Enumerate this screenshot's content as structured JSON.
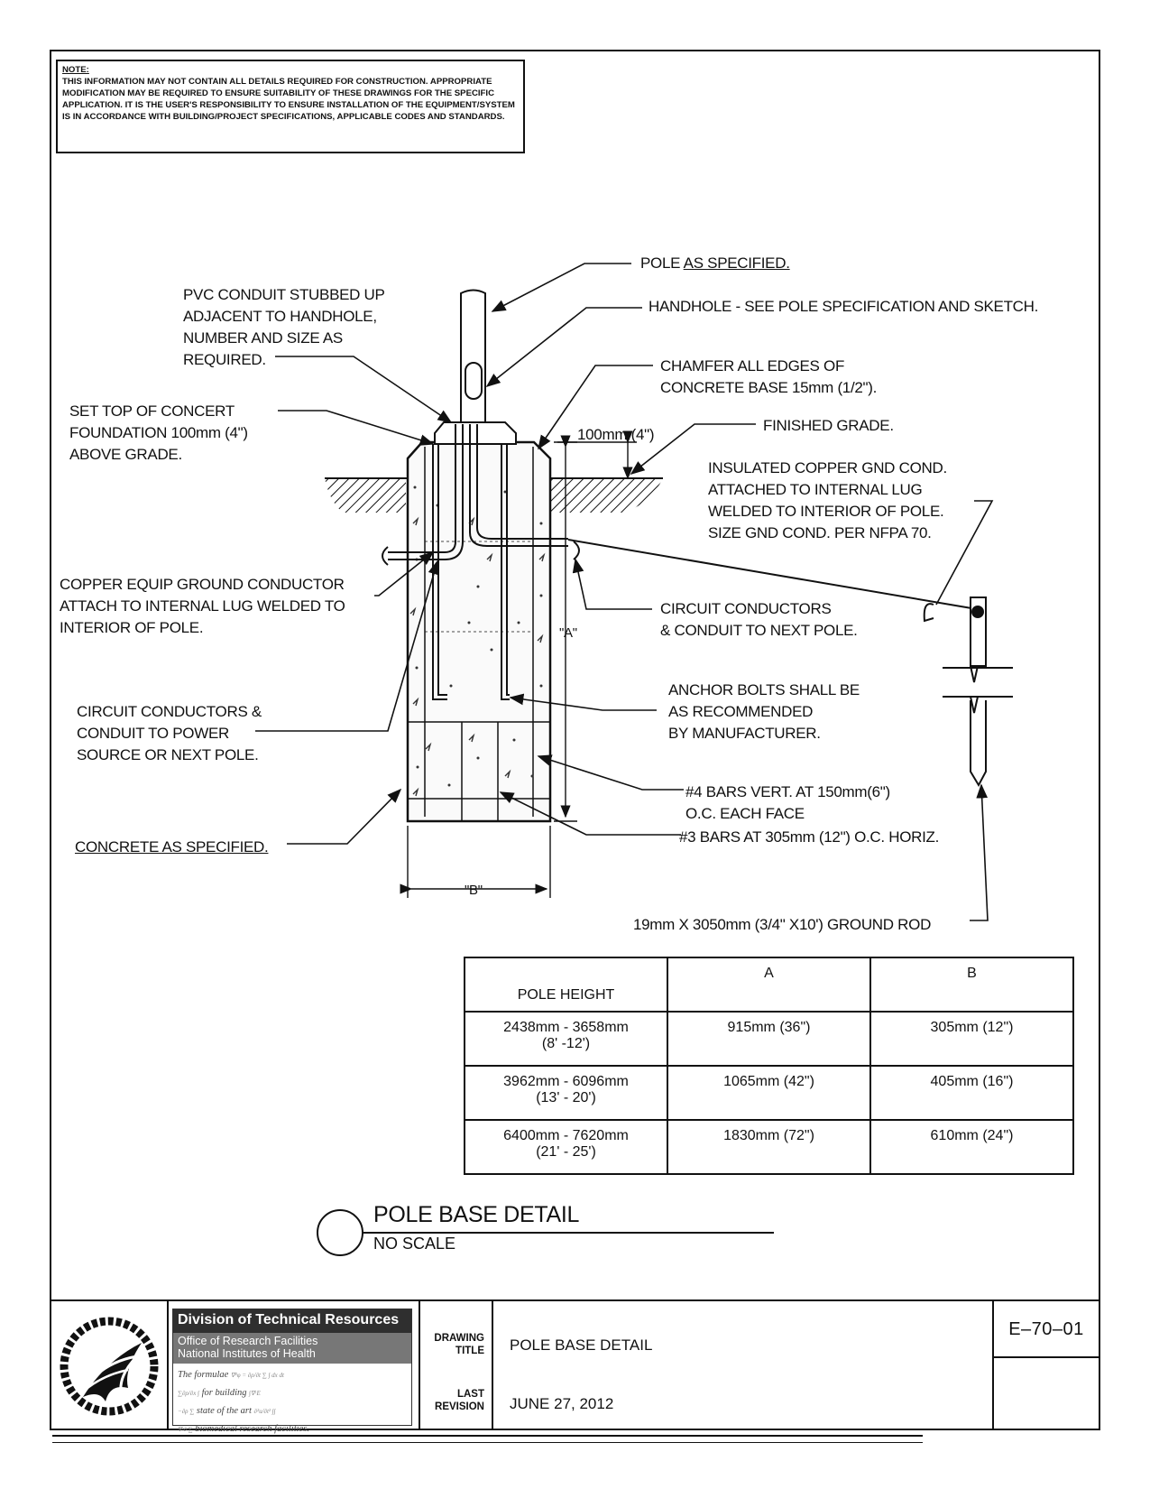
{
  "note": {
    "heading": "NOTE:",
    "body": "THIS INFORMATION MAY NOT CONTAIN ALL DETAILS REQUIRED FOR CONSTRUCTION. APPROPRIATE MODIFICATION MAY BE REQUIRED TO ENSURE SUITABILITY OF THESE DRAWINGS FOR THE SPECIFIC APPLICATION. IT IS THE USER'S RESPONSIBILITY TO ENSURE INSTALLATION OF THE EQUIPMENT/SYSTEM IS IN ACCORDANCE WITH BUILDING/PROJECT SPECIFICATIONS, APPLICABLE CODES AND STANDARDS."
  },
  "callouts": {
    "pole_prefix": "POLE ",
    "pole_suffix": "AS SPECIFIED.",
    "handhole": "HANDHOLE - SEE POLE SPECIFICATION AND SKETCH.",
    "pvc": "PVC CONDUIT STUBBED UP\nADJACENT TO HANDHOLE,\nNUMBER AND SIZE AS\nREQUIRED.",
    "chamfer": "CHAMFER ALL EDGES OF\nCONCRETE BASE 15mm (1/2\").",
    "set_top": "SET TOP OF CONCERT\nFOUNDATION  100mm (4\")\nABOVE GRADE.",
    "dim_100": "100mm (4\")",
    "finished_grade": "FINISHED GRADE.",
    "insulated": "INSULATED COPPER GND COND.\nATTACHED TO INTERNAL LUG\nWELDED TO INTERIOR OF POLE.\nSIZE GND COND. PER NFPA 70.",
    "copper_equip": "COPPER EQUIP GROUND CONDUCTOR\nATTACH TO INTERNAL LUG WELDED TO\nINTERIOR OF POLE.",
    "circuit_next": "CIRCUIT CONDUCTORS\n& CONDUIT TO NEXT POLE.",
    "dim_a": "\"A\"",
    "anchor": "ANCHOR BOLTS SHALL BE\nAS RECOMMENDED\nBY MANUFACTURER.",
    "circuit_power": "CIRCUIT CONDUCTORS &\nCONDUIT TO POWER\nSOURCE OR NEXT POLE.",
    "bars4": "#4 BARS VERT. AT 150mm(6\")\nO.C.  EACH   FACE",
    "bars3": "#3 BARS AT 305mm (12\") O.C. HORIZ.",
    "concrete": "CONCRETE AS SPECIFIED.",
    "dim_b": "\"B\"",
    "ground_rod": "19mm X 3050mm (3/4\" X10') GROUND ROD"
  },
  "table": {
    "headers": [
      "POLE HEIGHT",
      "A",
      "B"
    ],
    "rows": [
      [
        "2438mm - 3658mm\n(8' -12')",
        "915mm (36\")",
        "305mm (12\")"
      ],
      [
        "3962mm - 6096mm\n(13' - 20')",
        "1065mm (42\")",
        "405mm (16\")"
      ],
      [
        "6400mm - 7620mm\n(21' - 25')",
        "1830mm (72\")",
        "610mm (24\")"
      ]
    ]
  },
  "detail_title": {
    "title": "POLE BASE DETAIL",
    "scale": "NO SCALE"
  },
  "title_block": {
    "org": "Division of Technical Resources",
    "office1": "Office of Research Facilities",
    "office2": "National Institutes of Health",
    "formula_1": "The formulae",
    "formula_2": "for building",
    "formula_3": "state of the art",
    "formula_4": "biomedical research facilities.",
    "drawing_title_label": "DRAWING\nTITLE",
    "drawing_title": "POLE BASE DETAIL",
    "last_revision_label": "LAST\nREVISION",
    "last_revision": "JUNE 27, 2012",
    "drawing_number": "E–70–01"
  }
}
